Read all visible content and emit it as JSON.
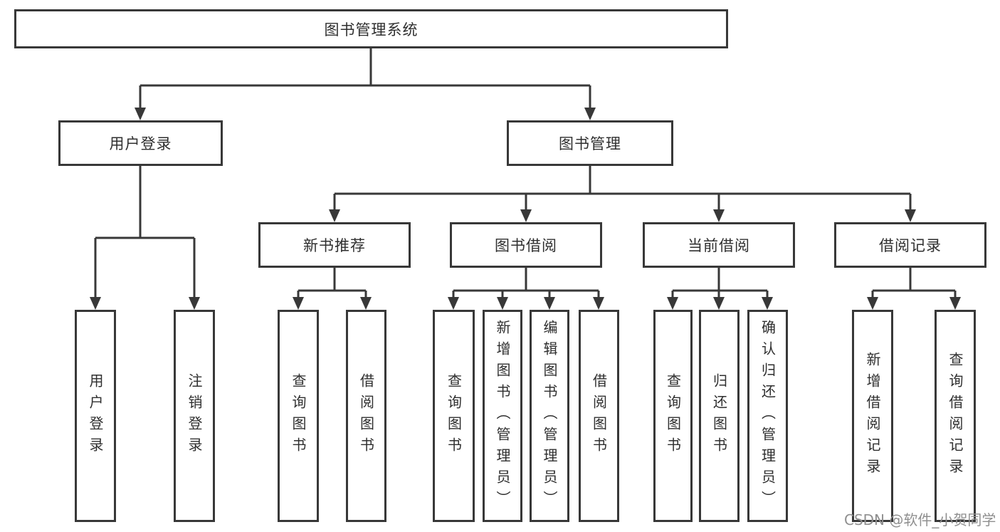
{
  "diagram": {
    "root": {
      "label": "图书管理系统"
    },
    "branches": [
      {
        "label": "用户登录",
        "children": [
          {
            "label": "用户登录"
          },
          {
            "label": "注销登录"
          }
        ]
      },
      {
        "label": "图书管理",
        "children": [
          {
            "label": "新书推荐",
            "children": [
              {
                "label": "查询图书"
              },
              {
                "label": "借阅图书"
              }
            ]
          },
          {
            "label": "图书借阅",
            "children": [
              {
                "label": "查询图书"
              },
              {
                "label": "新增图书（管理员）"
              },
              {
                "label": "编辑图书（管理员）"
              },
              {
                "label": "借阅图书"
              }
            ]
          },
          {
            "label": "当前借阅",
            "children": [
              {
                "label": "查询图书"
              },
              {
                "label": "归还图书"
              },
              {
                "label": "确认归还（管理员）"
              }
            ]
          },
          {
            "label": "借阅记录",
            "children": [
              {
                "label": "新增借阅记录"
              },
              {
                "label": "查询借阅记录"
              }
            ]
          }
        ]
      }
    ]
  },
  "watermark": {
    "text": "CSDN @软件_小贺同学"
  },
  "colors": {
    "line": "#383838",
    "box_border": "#383838",
    "text": "#2f2f2f",
    "background": "#ffffff",
    "watermark": "#8f8f8f"
  }
}
